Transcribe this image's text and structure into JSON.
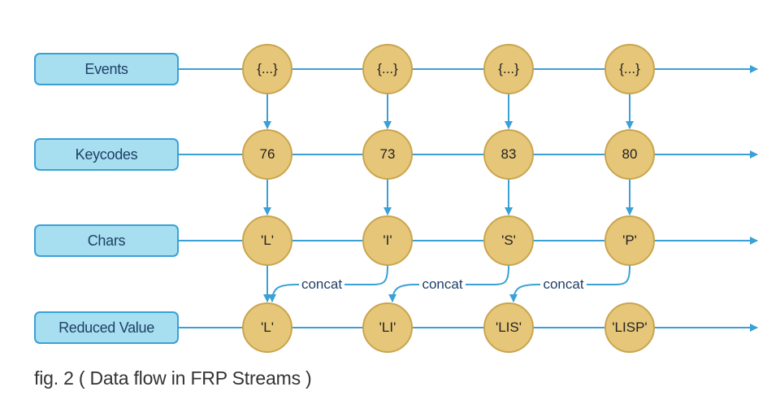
{
  "streams": [
    {
      "label": "Events",
      "nodes": [
        "{...}",
        "{...}",
        "{...}",
        "{...}"
      ]
    },
    {
      "label": "Keycodes",
      "nodes": [
        "76",
        "73",
        "83",
        "80"
      ]
    },
    {
      "label": "Chars",
      "nodes": [
        "'L'",
        "'I'",
        "'S'",
        "'P'"
      ]
    },
    {
      "label": "Reduced Value",
      "nodes": [
        "'L'",
        "'LI'",
        "'LIS'",
        "'LISP'"
      ]
    }
  ],
  "concat_label": "concat",
  "caption": "fig. 2 ( Data flow in FRP Streams )",
  "colors": {
    "line": "#3aa1d6",
    "label_fill": "#a7dff0",
    "label_text": "#1f3f66",
    "node_fill": "#e6c679",
    "node_border": "#c9a54e"
  }
}
